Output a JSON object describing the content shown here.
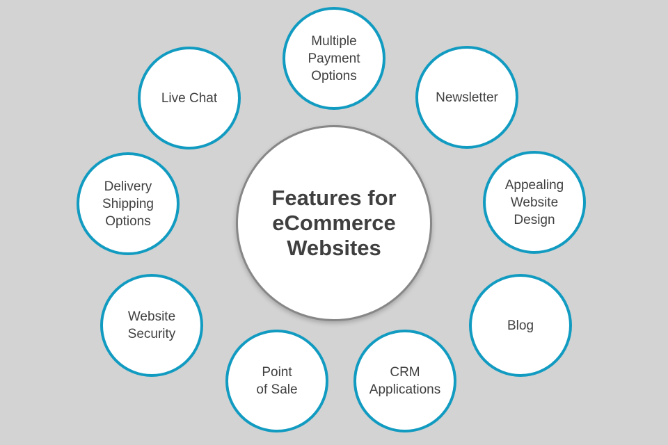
{
  "colors": {
    "background": "#d3d3d3",
    "circle_fill": "#ffffff",
    "satellite_border": "#129bc1",
    "center_border": "#878787",
    "text": "#3f3f3f"
  },
  "center": {
    "title": "Features for\neCommerce\nWebsites"
  },
  "features": [
    {
      "label": "Multiple\nPayment\nOptions"
    },
    {
      "label": "Newsletter"
    },
    {
      "label": "Appealing\nWebsite\nDesign"
    },
    {
      "label": "Blog"
    },
    {
      "label": "CRM\nApplications"
    },
    {
      "label": "Point\nof Sale"
    },
    {
      "label": "Website\nSecurity"
    },
    {
      "label": "Delivery\nShipping\nOptions"
    },
    {
      "label": "Live Chat"
    }
  ]
}
